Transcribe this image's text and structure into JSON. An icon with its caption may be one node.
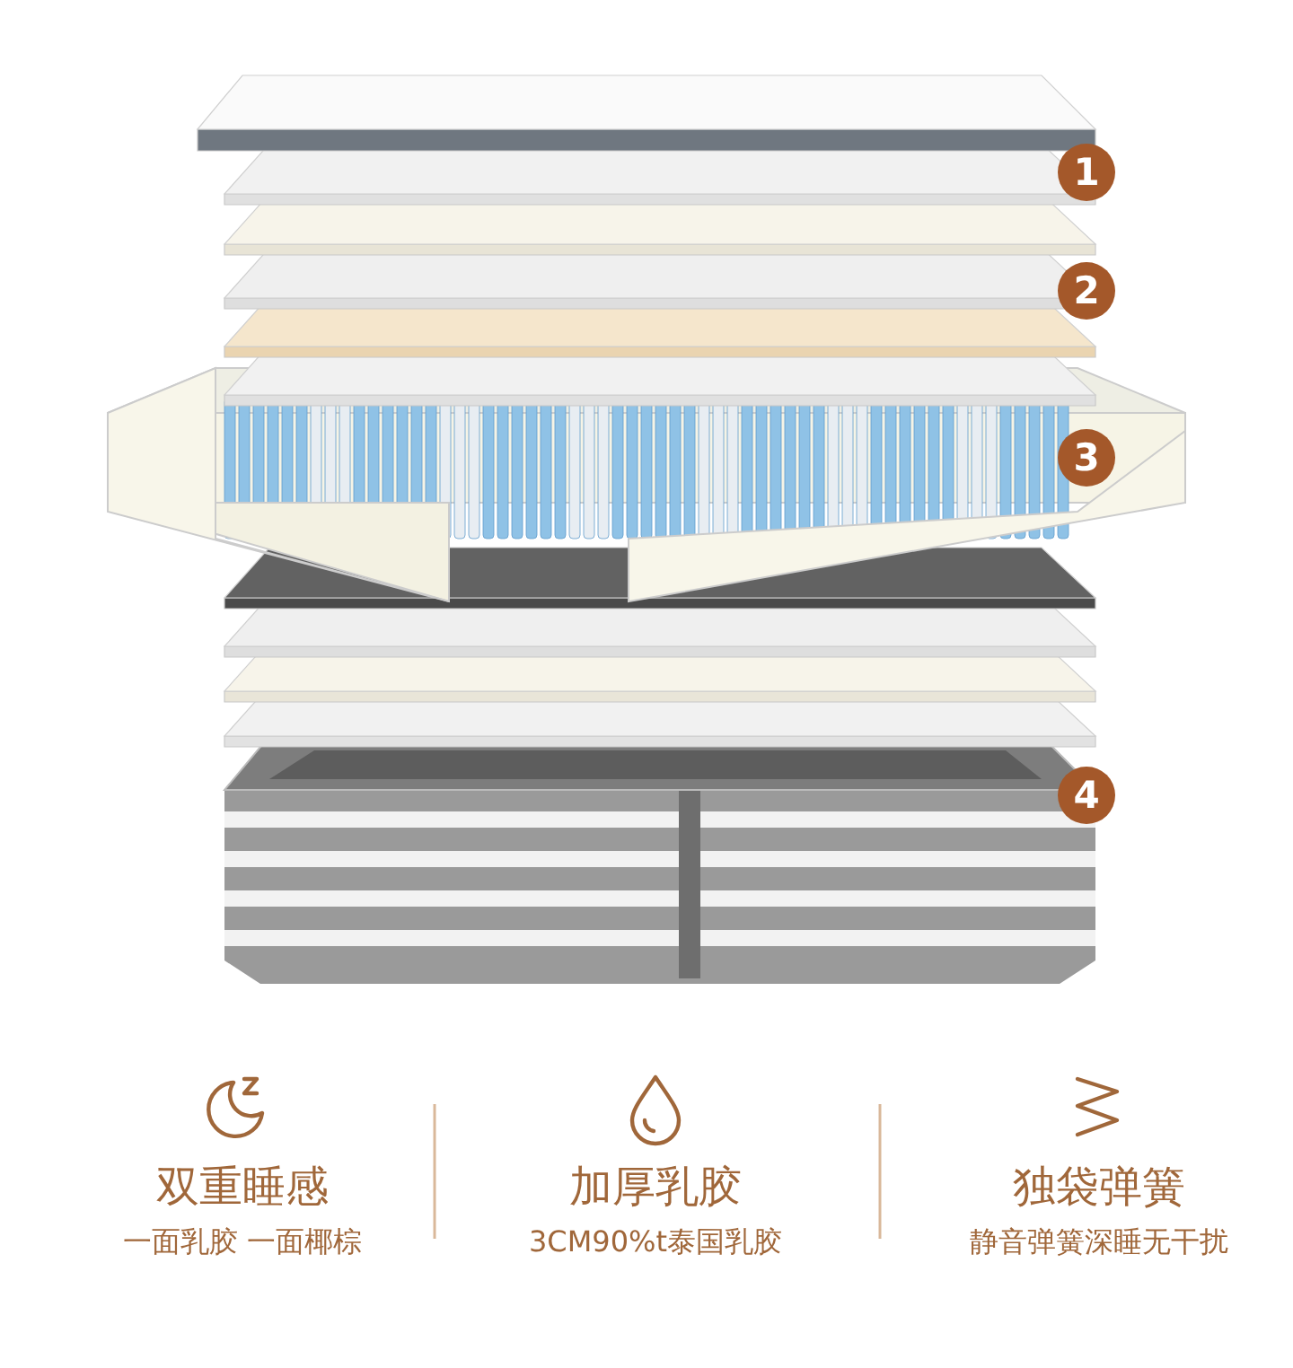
{
  "diagram": {
    "labels": [
      "1",
      "2",
      "3",
      "4",
      "双重睡感",
      "一面乳胶 一面椰棕",
      "加厚乳胶",
      "3CM90%t泰国乳胶",
      "独袋弹簧",
      "静音弹簧深睡无干扰"
    ]
  }
}
